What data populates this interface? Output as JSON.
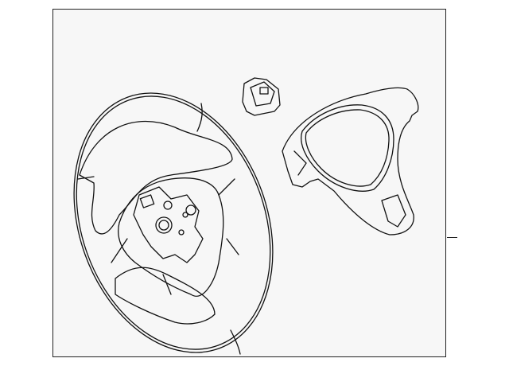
{
  "diagram": {
    "parts": [
      {
        "id": "steering-wheel"
      },
      {
        "id": "control-switch"
      },
      {
        "id": "trim-cover"
      }
    ],
    "colors": {
      "line": "#111111",
      "frame_background": "#f7f7f7",
      "page_background": "#ffffff"
    }
  }
}
